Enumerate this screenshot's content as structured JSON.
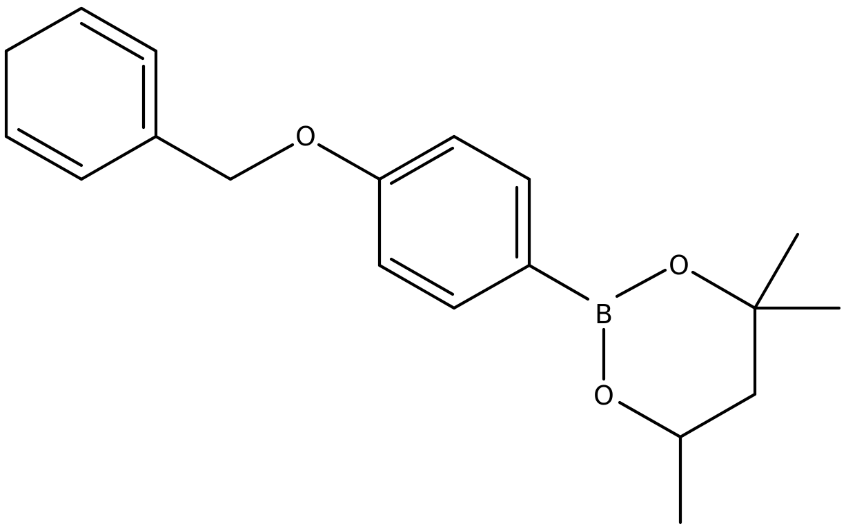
{
  "molecule": {
    "atoms": {
      "o_ether": "O",
      "boron": "B",
      "o_ring_upper": "O",
      "o_ring_lower": "O"
    }
  },
  "colors": {
    "bond": "#000000",
    "background": "#ffffff"
  }
}
